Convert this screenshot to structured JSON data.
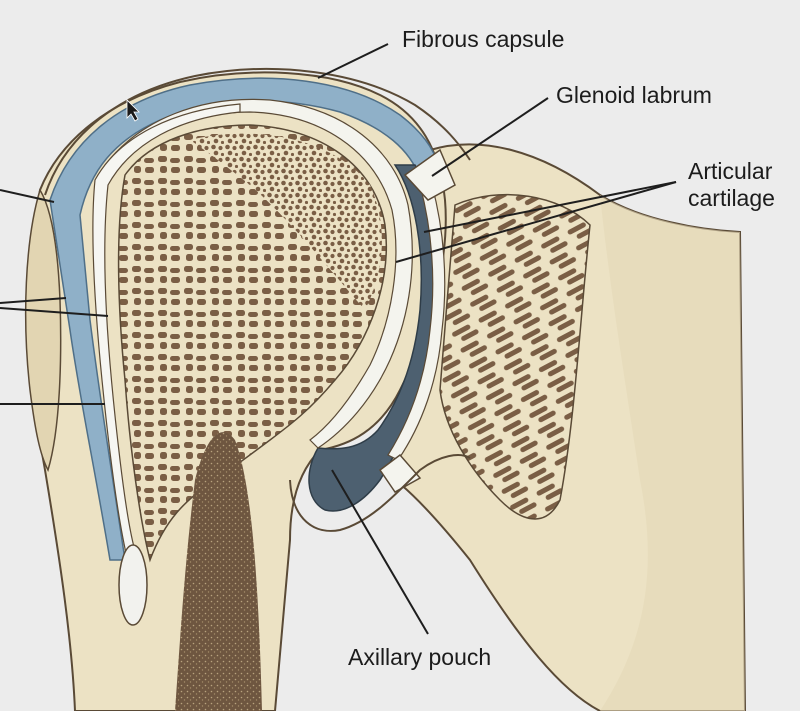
{
  "labels": {
    "fibrous_capsule": "Fibrous capsule",
    "glenoid_labrum": "Glenoid labrum",
    "articular_cartilage": "Articular\ncartilage",
    "axillary_pouch": "Axillary pouch"
  },
  "colors": {
    "background": "#ececec",
    "bone": "#ece2c4",
    "bone_outline": "#5a4a36",
    "trabecular": "#7a5e45",
    "synovial_blue": "#8fb0c8",
    "cavity_dark": "#4d6070",
    "cartilage": "#f4f4ee",
    "leader_line": "#1e1e1e"
  },
  "cursor_icon": "arrow-cursor-icon"
}
